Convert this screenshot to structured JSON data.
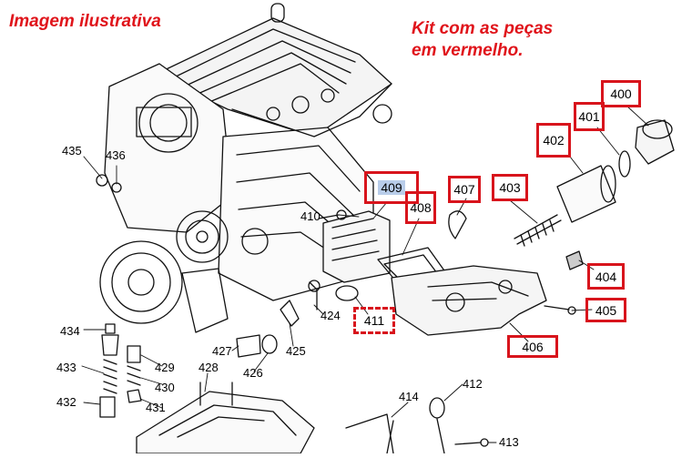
{
  "notes": {
    "illustrative": "Imagem ilustrativa",
    "kit_line1": "Kit com as peças",
    "kit_line2": "em vermelho."
  },
  "kit_parts": [
    "400",
    "401",
    "402",
    "403",
    "404",
    "405",
    "406",
    "407",
    "408",
    "409",
    "411"
  ],
  "other_parts": [
    "410",
    "412",
    "413",
    "414",
    "424",
    "425",
    "426",
    "427",
    "428",
    "429",
    "430",
    "431",
    "432",
    "433",
    "434",
    "435",
    "436"
  ],
  "colors": {
    "kit_highlight": "#d8141c",
    "note_text": "#e0141b",
    "selected_fill": "#b9cdea"
  }
}
